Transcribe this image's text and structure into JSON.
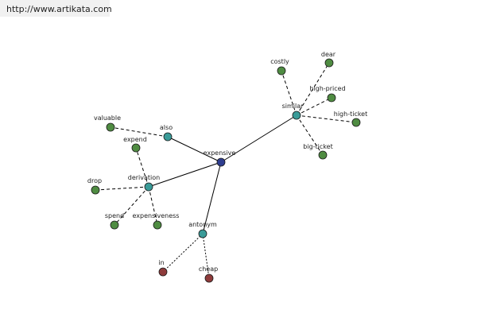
{
  "header": {
    "url": "http://www.artikata.com"
  },
  "palette": {
    "center": "#2e3d8f",
    "relation": "#3a9b98",
    "word": "#4f8c42",
    "antonym_word": "#8e3b3b",
    "edge": "#000000"
  },
  "graph": {
    "nodes": [
      {
        "id": "expensive",
        "label": "expensive",
        "kind": "center"
      },
      {
        "id": "also",
        "label": "also",
        "kind": "relation"
      },
      {
        "id": "similar",
        "label": "similar",
        "kind": "relation"
      },
      {
        "id": "derivation",
        "label": "derivation",
        "kind": "relation"
      },
      {
        "id": "antonym",
        "label": "antonym",
        "kind": "relation"
      },
      {
        "id": "valuable",
        "label": "valuable",
        "kind": "word"
      },
      {
        "id": "costly",
        "label": "costly",
        "kind": "word"
      },
      {
        "id": "dear",
        "label": "dear",
        "kind": "word"
      },
      {
        "id": "high-priced",
        "label": "high-priced",
        "kind": "word"
      },
      {
        "id": "high-ticket",
        "label": "high-ticket",
        "kind": "word"
      },
      {
        "id": "big-ticket",
        "label": "big-ticket",
        "kind": "word"
      },
      {
        "id": "expend",
        "label": "expend",
        "kind": "word"
      },
      {
        "id": "drop",
        "label": "drop",
        "kind": "word"
      },
      {
        "id": "spend",
        "label": "spend",
        "kind": "word"
      },
      {
        "id": "expensiveness",
        "label": "expensiveness",
        "kind": "word"
      },
      {
        "id": "in",
        "label": "in",
        "kind": "antonym_word"
      },
      {
        "id": "cheap",
        "label": "cheap",
        "kind": "antonym_word"
      }
    ],
    "edges": [
      {
        "from": "expensive",
        "to": "also",
        "style": "solid"
      },
      {
        "from": "expensive",
        "to": "similar",
        "style": "solid"
      },
      {
        "from": "expensive",
        "to": "derivation",
        "style": "solid"
      },
      {
        "from": "expensive",
        "to": "antonym",
        "style": "solid"
      },
      {
        "from": "also",
        "to": "valuable",
        "style": "dashed"
      },
      {
        "from": "similar",
        "to": "costly",
        "style": "dashed"
      },
      {
        "from": "similar",
        "to": "dear",
        "style": "dashed"
      },
      {
        "from": "similar",
        "to": "high-priced",
        "style": "dashed"
      },
      {
        "from": "similar",
        "to": "high-ticket",
        "style": "dashed"
      },
      {
        "from": "similar",
        "to": "big-ticket",
        "style": "dashed"
      },
      {
        "from": "derivation",
        "to": "expend",
        "style": "dashed"
      },
      {
        "from": "derivation",
        "to": "drop",
        "style": "dashed"
      },
      {
        "from": "derivation",
        "to": "spend",
        "style": "dashed"
      },
      {
        "from": "derivation",
        "to": "expensiveness",
        "style": "dashed"
      },
      {
        "from": "antonym",
        "to": "in",
        "style": "dotted"
      },
      {
        "from": "antonym",
        "to": "cheap",
        "style": "dotted"
      }
    ]
  }
}
